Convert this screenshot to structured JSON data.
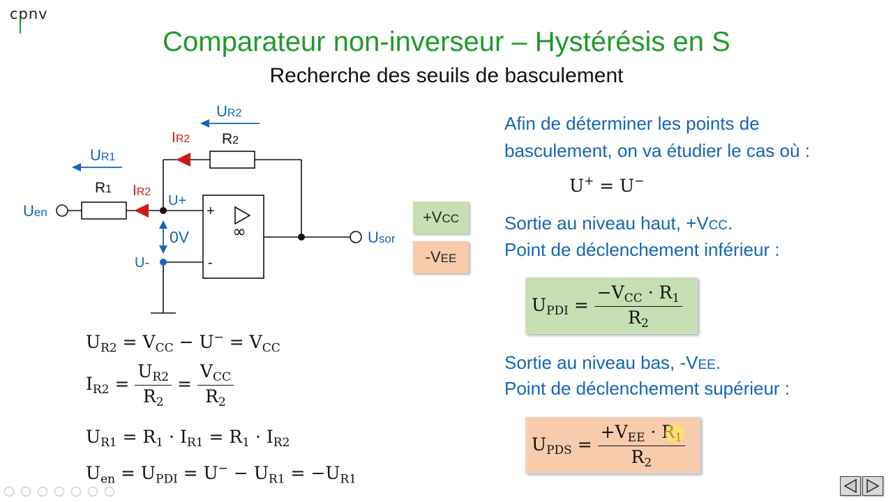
{
  "logo": "cpnv",
  "title": "Comparateur non-inverseur – Hystérésis en S",
  "subtitle": "Recherche des seuils de basculement",
  "circuit": {
    "U_R2": "U",
    "U_R2_sub": "R2",
    "I_R2_top": "I",
    "I_R2_top_sub": "R2",
    "R2": "R",
    "R2_sub": "2",
    "U_R1": "U",
    "U_R1_sub": "R1",
    "R1": "R",
    "R1_sub": "1",
    "I_R2_mid": "I",
    "I_R2_mid_sub": "R2",
    "U_en": "U",
    "U_en_sub": "en",
    "U_plus": "U+",
    "zero_v": "0V",
    "U_minus": "U-",
    "opamp_plus": "+",
    "opamp_minus": "-",
    "opamp_gain": "∞",
    "U_sor": "U",
    "U_sor_sub": "sor"
  },
  "supply": {
    "vcc": "+V",
    "vcc_sub": "CC",
    "vee": "-V",
    "vee_sub": "EE",
    "vcc_color": "#c6e0b4",
    "vee_color": "#f8cbad"
  },
  "equations": {
    "eq1": "U_R2 = V_CC − U⁻ = V_CC",
    "eq2": "I_R2 = U_R2 / R_2 = V_CC / R_2",
    "eq3": "U_R1 = R_1 · I_R1 = R_1 · I_R2",
    "eq4": "U_en = U_PDI = U⁻ − U_R1 = −U_R1"
  },
  "right": {
    "intro_1": "Afin de déterminer les points de",
    "intro_2": "basculement, on va étudier le cas où :",
    "cond": "U⁺ = U⁻",
    "high_1a": "Sortie au niveau haut, +V",
    "high_1b": "CC",
    "high_1c": ".",
    "high_2": "Point de déclenchement inférieur :",
    "pdi": "U_PDI = −V_CC · R_1 / R_2",
    "low_1a": "Sortie au niveau bas, -V",
    "low_1b": "EE",
    "low_1c": ".",
    "low_2": "Point de déclenchement supérieur :",
    "pds": "U_PDS = +V_EE · R_1 / R_2"
  },
  "colors": {
    "title": "#1f9a2a",
    "text_blue": "#1565b8",
    "current_red": "#d01818",
    "green_box": "#c6e0b4",
    "orange_box": "#f8cbad"
  }
}
